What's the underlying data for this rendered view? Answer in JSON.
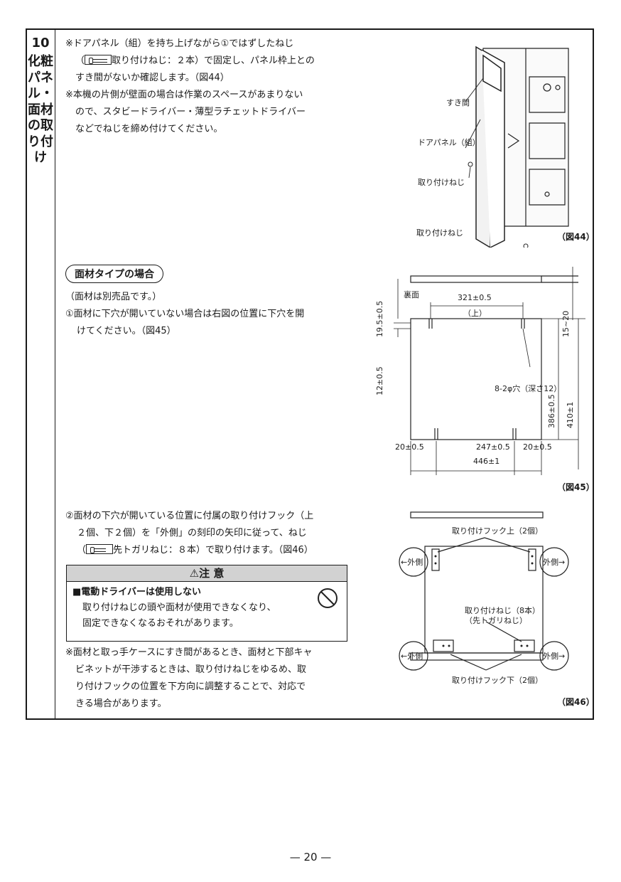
{
  "section": {
    "number": "10",
    "title": "化粧パネル・面材の取り付け"
  },
  "part1": {
    "note1_a": "※ドアパネル（組）を持ち上げながら①ではずしたねじ",
    "note1_b_pre": "（",
    "note1_b_post": "取り付けねじ：２本）で固定し、パネル枠上との",
    "note1_c": "すき間がないか確認します。（図44）",
    "note2_a": "※本機の片側が壁面の場合は作業のスペースがあまりない",
    "note2_b": "ので、スタビードライバー・薄型ラチェットドライバー",
    "note2_c": "などでねじを締め付けてください。"
  },
  "fig44": {
    "label_gap": "すき間",
    "label_door_panel": "ドアパネル（組）",
    "label_screw1": "取り付けねじ",
    "label_screw2": "取り付けねじ",
    "caption": "（図44）"
  },
  "part2": {
    "heading": "面材タイプの場合",
    "sub": "（面材は別売品です。）",
    "step1_a": "①面材に下穴が開いていない場合は右図の位置に下穴を開",
    "step1_b": "けてください。（図45）"
  },
  "fig45": {
    "back": "裏面",
    "d_321": "321±0.5",
    "top": "（上）",
    "d_195": "19.5±0.5",
    "d_15_20": "15~20",
    "d_12": "12±0.5",
    "holes": "8-2φ穴（深さ12）",
    "d_386": "386±0.5",
    "d_410": "410±1",
    "d_20a": "20±0.5",
    "d_247": "247±0.5",
    "d_20b": "20±0.5",
    "d_446": "446±1",
    "caption": "（図45）"
  },
  "part3": {
    "step2_a": "②面材の下穴が開いている位置に付属の取り付けフック（上",
    "step2_b": "２個、下２個）を「外側」の刻印の矢印に従って、ねじ",
    "step2_c_pre": "（",
    "step2_c_post": "先トガリねじ：８本）で取り付けます。（図46）",
    "caution_title": "⚠注 意",
    "caution_sub": "■電動ドライバーは使用しない",
    "caution_text1": "取り付けねじの頭や面材が使用できなくなり、",
    "caution_text2": "固定できなくなるおそれがあります。",
    "note3_a": "※面材と取っ手ケースにすき間があるとき、面材と下部キャ",
    "note3_b": "ビネットが干渉するときは、取り付けねじをゆるめ、取",
    "note3_c": "り付けフックの位置を下方向に調整することで、対応で",
    "note3_d": "きる場合があります。"
  },
  "fig46": {
    "hook_top": "取り付けフック上（2個）",
    "outer_tl": "←外側",
    "outer_tr": "外側→",
    "screws_a": "取り付けねじ（8本）",
    "screws_b": "（先トガリねじ）",
    "outer_bl": "←外側",
    "outer_br": "外側→",
    "hook_bottom": "取り付けフック下（2個）",
    "caption": "（図46）"
  },
  "page_number": "— 20 —"
}
